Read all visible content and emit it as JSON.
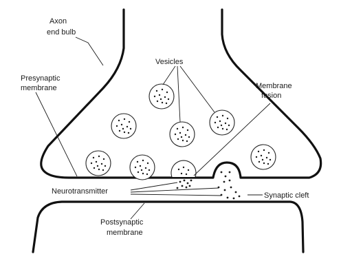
{
  "diagram": {
    "labels": {
      "axon_end_bulb_line1": "Axon",
      "axon_end_bulb_line2": "end bulb",
      "vesicles": "Vesicles",
      "presynaptic_line1": "Presynaptic",
      "presynaptic_line2": "membrane",
      "membrane_fusion_line1": "Membrane",
      "membrane_fusion_line2": "fusion",
      "neurotransmitter": "Neurotransmitter",
      "synaptic_cleft": "Synaptic cleft",
      "postsynaptic_line1": "Postsynaptic",
      "postsynaptic_line2": "membrane"
    }
  }
}
